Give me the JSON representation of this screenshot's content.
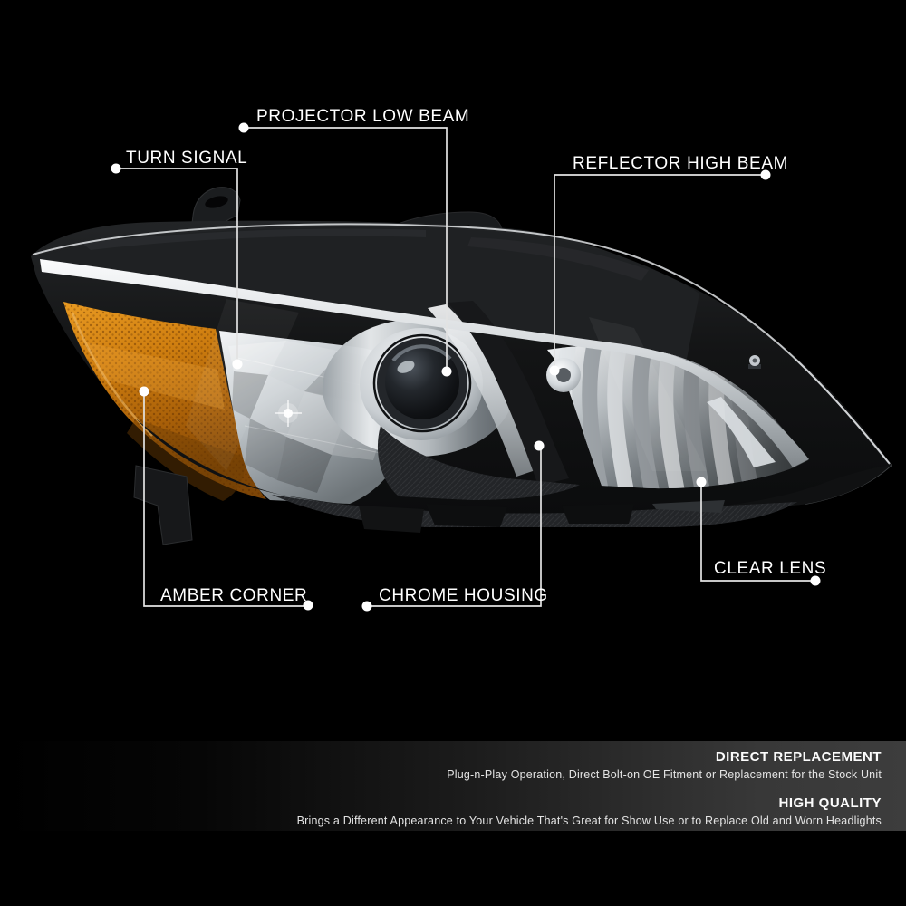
{
  "page": {
    "background_color": "#000000"
  },
  "callouts": [
    {
      "id": "projector-low-beam",
      "label": "PROJECTOR LOW BEAM"
    },
    {
      "id": "turn-signal",
      "label": "TURN SIGNAL"
    },
    {
      "id": "reflector-high-beam",
      "label": "REFLECTOR HIGH BEAM"
    },
    {
      "id": "amber-corner",
      "label": "AMBER CORNER"
    },
    {
      "id": "chrome-housing",
      "label": "CHROME HOUSING"
    },
    {
      "id": "clear-lens",
      "label": "CLEAR LENS"
    }
  ],
  "features": [
    {
      "heading": "DIRECT REPLACEMENT",
      "description": "Plug-n-Play Operation, Direct Bolt-on OE Fitment or Replacement for the Stock Unit"
    },
    {
      "heading": "HIGH QUALITY",
      "description": "Brings a Different Appearance to Your Vehicle That's Great for Show Use or to Replace Old and Worn Headlights"
    }
  ],
  "illustration": {
    "subject": "Chrome housing clear lens projector headlight with amber corner reflector",
    "colors": {
      "background": "#000000",
      "label_text": "#ffffff",
      "leader_line": "#e3e3e3",
      "chrome": "#d4d8db",
      "amber": "#d07f10",
      "housing_black": "#1a1b1d",
      "feature_panel_right": "#3d3d3d"
    }
  }
}
